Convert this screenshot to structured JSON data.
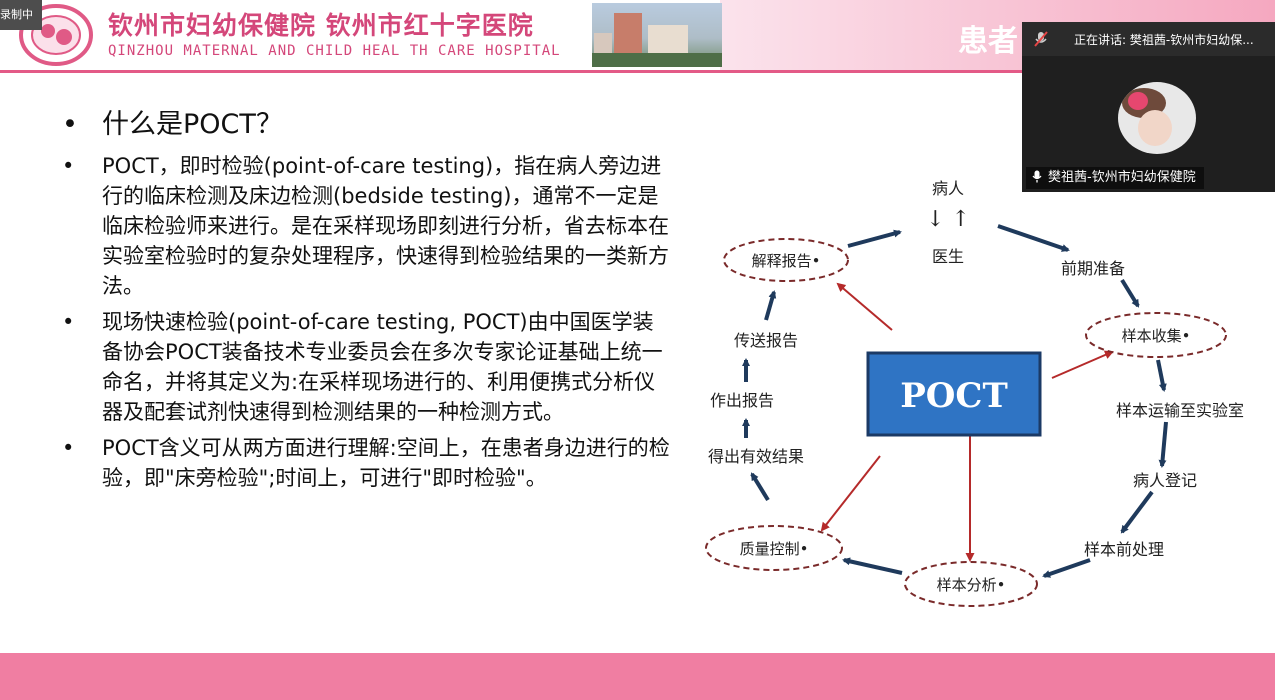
{
  "header": {
    "hospital_name_cn": "钦州市妇幼保健院   钦州市红十字医院",
    "hospital_name_en": "QINZHOU MATERNAL AND CHILD HEAL TH CARE HOSPITAL",
    "tagline_partial": "患者"
  },
  "recording_badge": "录制中",
  "slide": {
    "question": "什么是POCT？",
    "bullets": [
      "POCT，即时检验(point-of-care testing)，指在病人旁边进行的临床检测及床边检测(bedside testing)，通常不一定是临床检验师来进行。是在采样现场即刻进行分析，省去标本在实验室检验时的复杂处理程序，快速得到检验结果的一类新方法。",
      "现场快速检验(point-of-care testing, POCT)由中国医学装备协会POCT装备技术专业委员会在多次专家论证基础上统一命名，并将其定义为:在采样现场进行的、利用便携式分析仪器及配套试剂快速得到检测结果的一种检测方式。",
      "POCT含义可从两方面进行理解:空间上，在患者身边进行的检验，即\"床旁检验\";时间上，可进行\"即时检验\"。"
    ]
  },
  "diagram": {
    "center": "POCT",
    "patient": "病人",
    "doctor": "医生",
    "up_down_arrows": "↓ ↑",
    "steps": {
      "pre_prep": "前期准备",
      "sample_collect": "样本收集•",
      "sample_transport": "样本运输至实验室",
      "patient_register": "病人登记",
      "sample_preprocess": "样本前处理",
      "sample_analysis": "样本分析•",
      "quality_control": "质量控制•",
      "valid_result": "得出有效结果",
      "make_report": "作出报告",
      "send_report": "传送报告",
      "explain_report": "解释报告•"
    },
    "colors": {
      "navy": "#1f3a5c",
      "red": "#b52a2a",
      "box": "#2f74c4"
    }
  },
  "video": {
    "speaking_label": "正在讲话: 樊祖茜-钦州市妇幼保...",
    "participant_name": "樊祖茜-钦州市妇幼保健院"
  }
}
